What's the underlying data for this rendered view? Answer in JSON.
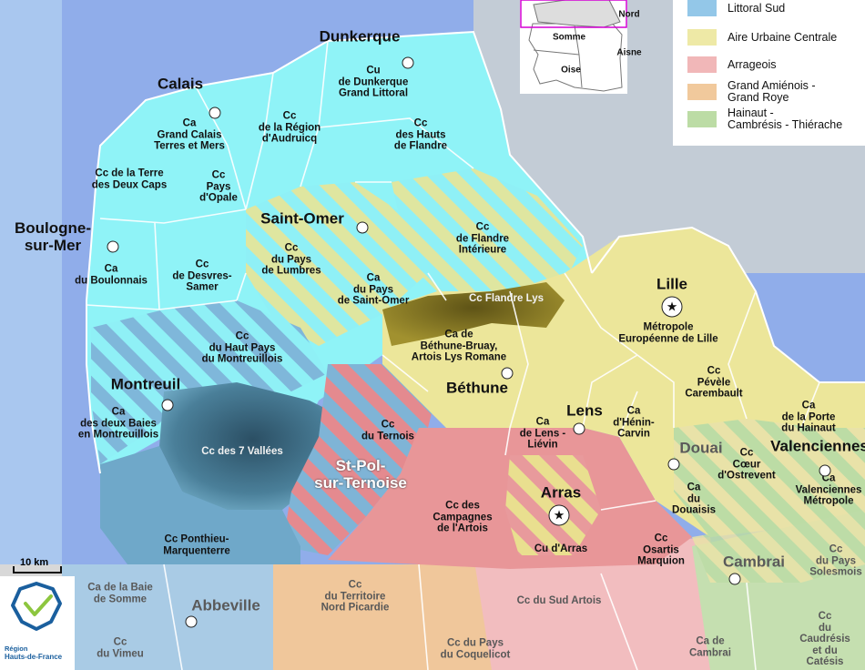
{
  "legend": {
    "items": [
      {
        "label": "Littoral Sud",
        "color": "#93c7e8"
      },
      {
        "label": "Aire Urbaine Centrale",
        "color": "#eee9a6"
      },
      {
        "label": "Arrageois",
        "color": "#f1b7b8"
      },
      {
        "label": "Grand Amiénois -\nGrand Roye",
        "color": "#f1c99c"
      },
      {
        "label": "Hainaut -\nCambrésis - Thiérache",
        "color": "#bcdca5"
      }
    ]
  },
  "inset": {
    "labels": {
      "nord": "Nord",
      "somme": "Somme",
      "aisne": "Aisne",
      "oise": "Oise"
    }
  },
  "scale_bar": {
    "label": "10 km"
  },
  "logo": {
    "line1": "Région",
    "line2": "Hauts-de-France"
  },
  "cities": {
    "dunkerque": "Dunkerque",
    "calais": "Calais",
    "boulogne": "Boulogne-\nsur-Mer",
    "saint_omer": "Saint-Omer",
    "lille": "Lille",
    "montreuil": "Montreuil",
    "bethune": "Béthune",
    "lens": "Lens",
    "douai": "Douai",
    "valenciennes": "Valenciennes",
    "st_pol": "St-Pol-\nsur-Ternoise",
    "arras": "Arras",
    "cambrai": "Cambrai",
    "abbeville": "Abbeville"
  },
  "territories": {
    "cu_dunkerque": "Cu\nde Dunkerque\nGrand Littoral",
    "cc_hauts_flandre": "Cc\ndes Hauts\nde Flandre",
    "ca_grand_calais": "Ca\nGrand Calais\nTerres et Mers",
    "cc_audruicq": "Cc\nde la Région\nd'Audruicq",
    "cc_terre_deux_caps": "Cc de la Terre\ndes Deux Caps",
    "cc_pays_opale": "Cc\nPays\nd'Opale",
    "cc_flandre_interieure": "Cc\nde Flandre\nIntérieure",
    "cc_pays_lumbres": "Cc\ndu Pays\nde Lumbres",
    "ca_boulonnais": "Ca\ndu Boulonnais",
    "cc_desvres": "Cc\nde Desvres-\nSamer",
    "ca_pays_saint_omer": "Ca\ndu Pays\nde Saint-Omer",
    "cc_flandre_lys": "Cc Flandre Lys",
    "metropole_lille": "Métropole\nEuropéenne de Lille",
    "ca_bethune": "Ca de\nBéthune-Bruay,\nArtois Lys Romane",
    "cc_haut_pays": "Cc\ndu Haut Pays\ndu Montreuillois",
    "cc_pevele": "Cc\nPévèle\nCarembault",
    "ca_porte_hainaut": "Ca\nde la Porte\ndu Hainaut",
    "ca_deux_baies": "Ca\ndes deux Baies\nen Montreuillois",
    "cc_7_vallees": "Cc des 7 Vallées",
    "cc_ternois": "Cc\ndu Ternois",
    "ca_lens": "Ca\nde Lens -\nLiévin",
    "ca_henin": "Ca\nd'Hénin-\nCarvin",
    "cc_coeur_ostrevent": "Cc\nCœur\nd'Ostrevent",
    "ca_valenciennes": "Ca\nValenciennes\nMétropole",
    "ca_douaisis": "Ca\ndu\nDouaisis",
    "cc_campagnes_artois": "Cc des\nCampagnes\nde l'Artois",
    "cu_arras": "Cu d'Arras",
    "cc_osartis": "Cc\nOsartis\nMarquion",
    "cc_ponthieu": "Cc Ponthieu-\nMarquenterre",
    "cc_pays_solesmois": "Cc\ndu Pays\nSolesmois",
    "ca_baie_somme": "Ca de la Baie\nde Somme",
    "cc_territoire_nord_picardie": "Cc\ndu Territoire\nNord Picardie",
    "cc_sud_artois": "Cc du Sud Artois",
    "cc_vimeu": "Cc\ndu Vimeu",
    "cc_pays_coquelicot": "Cc du Pays\ndu Coquelicot",
    "ca_cambrai": "Ca de\nCambrai",
    "cc_caudresis": "Cc\ndu Caudrésis\net du Catésis"
  }
}
